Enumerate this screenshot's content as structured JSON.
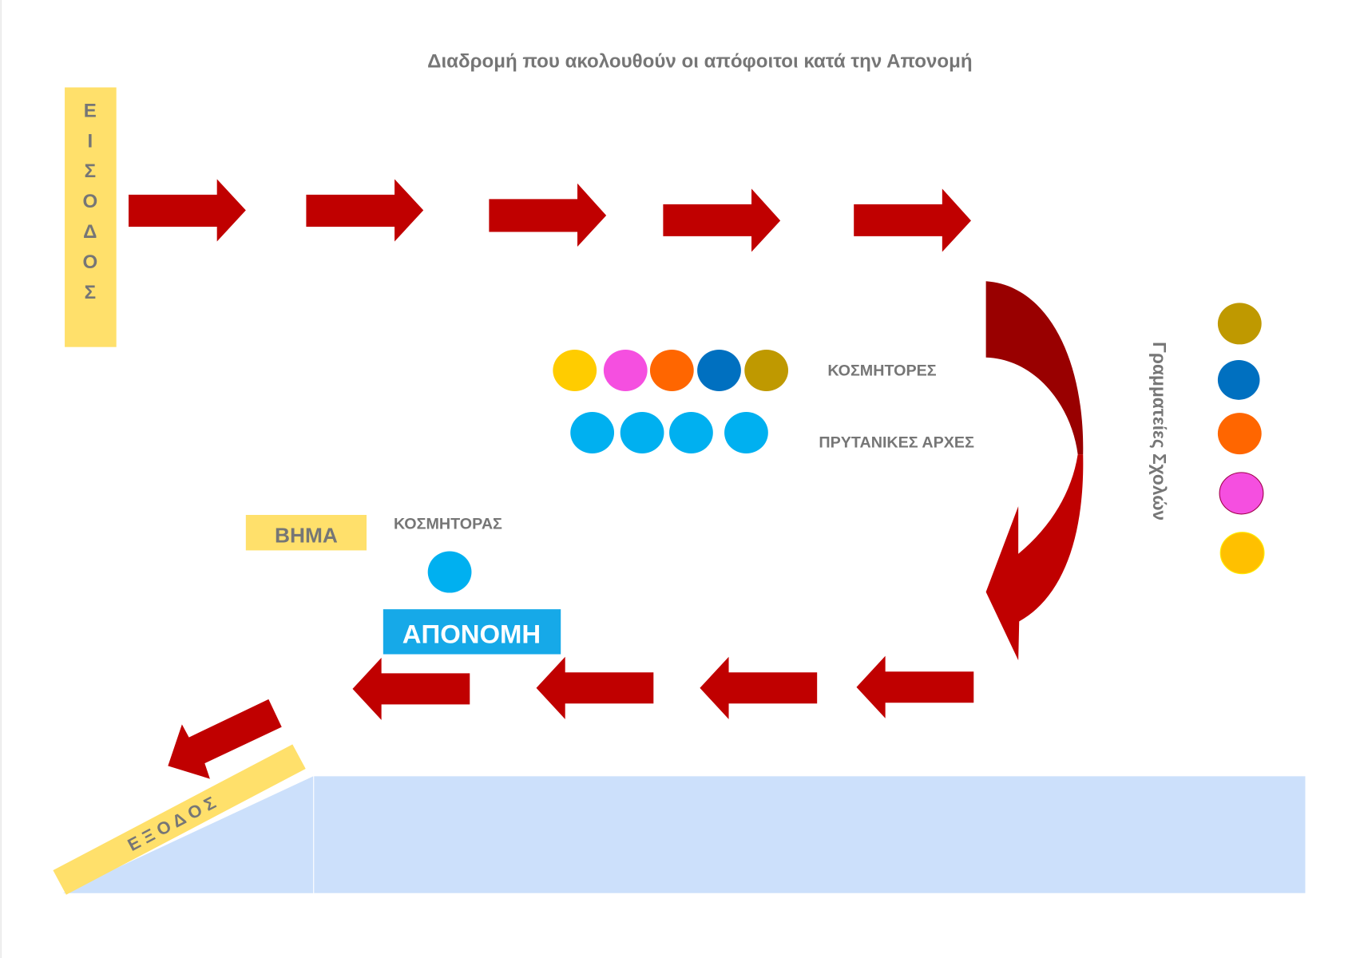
{
  "title": "Διαδρομή που ακολουθούν οι απόφοιτοι κατά την Απονομή",
  "entrance": {
    "letters": [
      "Ε",
      "Ι",
      "Σ",
      "Ο",
      "Δ",
      "Ο",
      "Σ"
    ]
  },
  "exit": {
    "label": "Ε Ξ Ο Δ Ο Σ"
  },
  "stage_label": "ΒΗΜΑ",
  "dean_label": "ΚΟΣΜΗΤΟΡΑΣ",
  "award_label": "ΑΠΟΝΟΜΗ",
  "deans_label": "ΚΟΣΜΗΤΟΡΕΣ",
  "rectors_label": "ΠΡΥΤΑΝΙΚΕΣ ΑΡΧΕΣ",
  "secretariats_label": "Γραμματείες Σχολών",
  "colors": {
    "arrow": "#c00000",
    "arrow_dark": "#990000",
    "yellow_label": "#ffe06b",
    "award_bg": "#16a9e8",
    "floor": "#cce0fb",
    "dean_colors": [
      "#ffcc00",
      "#f54fe0",
      "#ff6600",
      "#0070c0",
      "#bf9900"
    ],
    "rector_color": "#00b0f0",
    "secretariat_colors": [
      "#bf9900",
      "#0070c0",
      "#ff6600",
      "#f54fe0",
      "#ffc000"
    ]
  }
}
